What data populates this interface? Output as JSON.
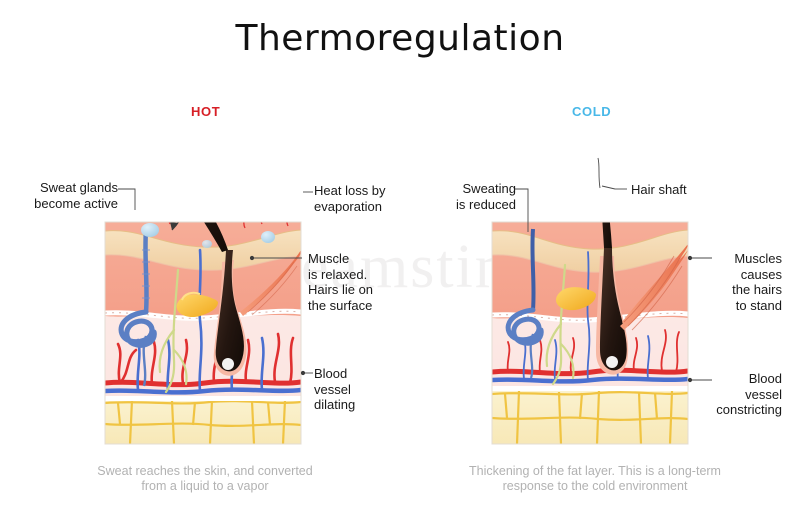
{
  "page": {
    "title": "Thermoregulation",
    "watermark": "dreamstime"
  },
  "panels": {
    "hot": {
      "condition_label": "HOT",
      "caption": "Sweat reaches the skin, and converted\nfrom a liquid to a vapor",
      "annotations": {
        "sweat_glands": "Sweat glands\nbecome active",
        "heat_loss": "Heat loss by\nevaporation",
        "muscle": "Muscle\nis relaxed.\nHairs lie on\nthe surface",
        "blood_vessel": "Blood\nvessel\ndilating"
      }
    },
    "cold": {
      "condition_label": "COLD",
      "caption": "Thickening of the fat layer. This is a long-term\nresponse to the cold environment",
      "annotations": {
        "sweating": "Sweating\nis reduced",
        "hair_shaft": "Hair shaft",
        "muscles": "Muscles\ncauses\nthe hairs\nto stand",
        "blood_vessel": "Blood\nvessel\nconstricting"
      }
    }
  },
  "colors": {
    "hot_accent": "#d71f26",
    "cold_accent": "#49b8e8",
    "epidermis": "#f3d7ad",
    "dermis": "#f4a58f",
    "deep_dermis": "#fbe5e2",
    "fat": "#f9eec4",
    "fat_outline": "#f0c23c",
    "artery": "#e03030",
    "vein": "#4a6fd0",
    "hair": "#2b1a12",
    "muscle": "#ef7f5e",
    "gland_duct": "#5b7fc4",
    "sebaceous": "#f5b323",
    "nerve": "#cfd98a",
    "caption_gray": "#b2b2b2",
    "text": "#1a1a1a"
  },
  "icons": {
    "heat_arrow": "heat-arrow-icon",
    "sweat_drop": "sweat-droplet-icon"
  }
}
